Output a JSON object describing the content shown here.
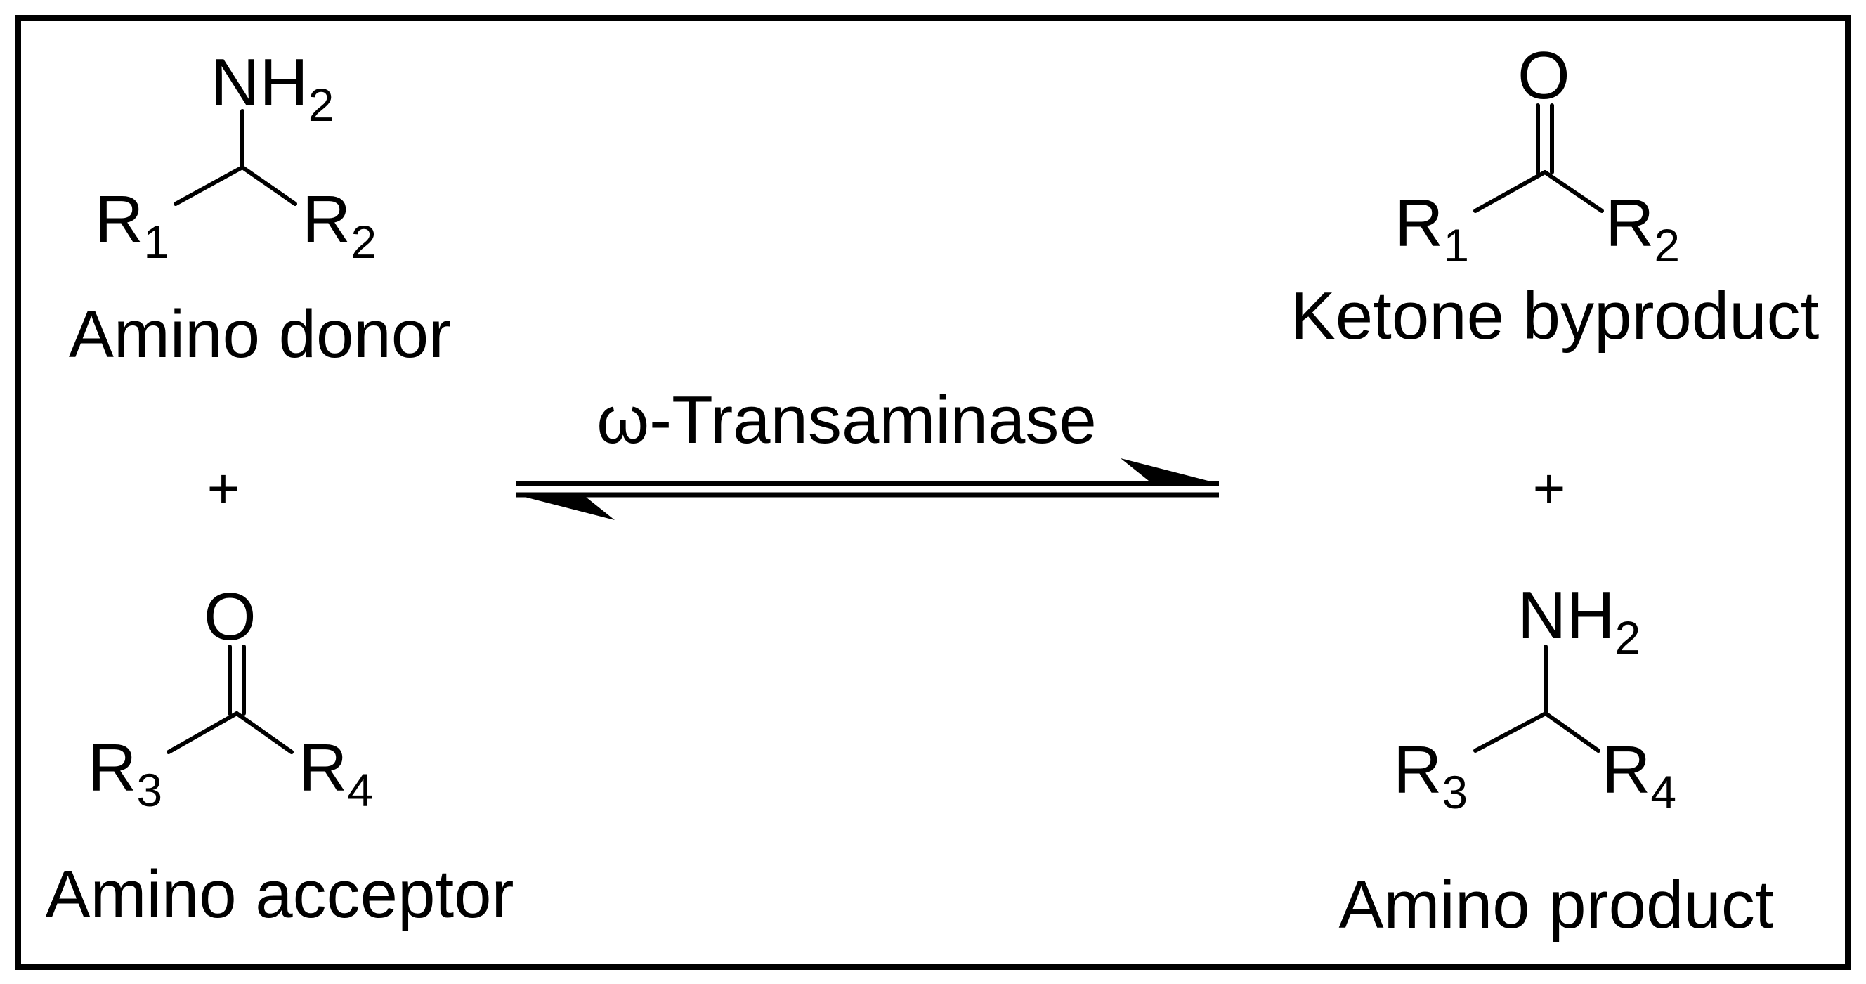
{
  "reaction": {
    "catalyst": "ω-Transaminase",
    "reactants": {
      "amino_donor": {
        "caption": "Amino donor",
        "top_group": "NH",
        "top_group_sub": "2",
        "left_group": "R",
        "left_sub": "1",
        "right_group": "R",
        "right_sub": "2"
      },
      "plus": "+",
      "amino_acceptor": {
        "caption": "Amino acceptor",
        "top_group": "O",
        "left_group": "R",
        "left_sub": "3",
        "right_group": "R",
        "right_sub": "4"
      }
    },
    "products": {
      "ketone_byproduct": {
        "caption": "Ketone byproduct",
        "top_group": "O",
        "left_group": "R",
        "left_sub": "1",
        "right_group": "R",
        "right_sub": "2"
      },
      "plus": "+",
      "amino_product": {
        "caption": "Amino product",
        "top_group": "NH",
        "top_group_sub": "2",
        "left_group": "R",
        "left_sub": "3",
        "right_group": "R",
        "right_sub": "4"
      }
    }
  }
}
